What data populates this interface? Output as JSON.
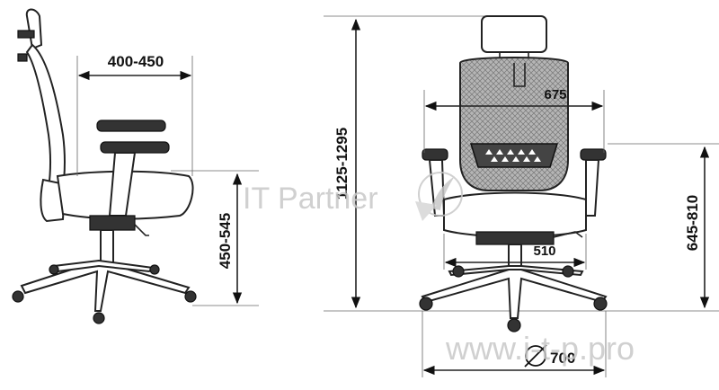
{
  "dimensions": {
    "depth": "400-450",
    "total_height": "1125-1295",
    "back_width": "675",
    "seat_height": "450-545",
    "seat_width": "510",
    "armrest_height": "645-810",
    "base_diameter": "700"
  },
  "watermark": {
    "brand": "IT Partner",
    "url": "www.i-t-p.pro"
  }
}
